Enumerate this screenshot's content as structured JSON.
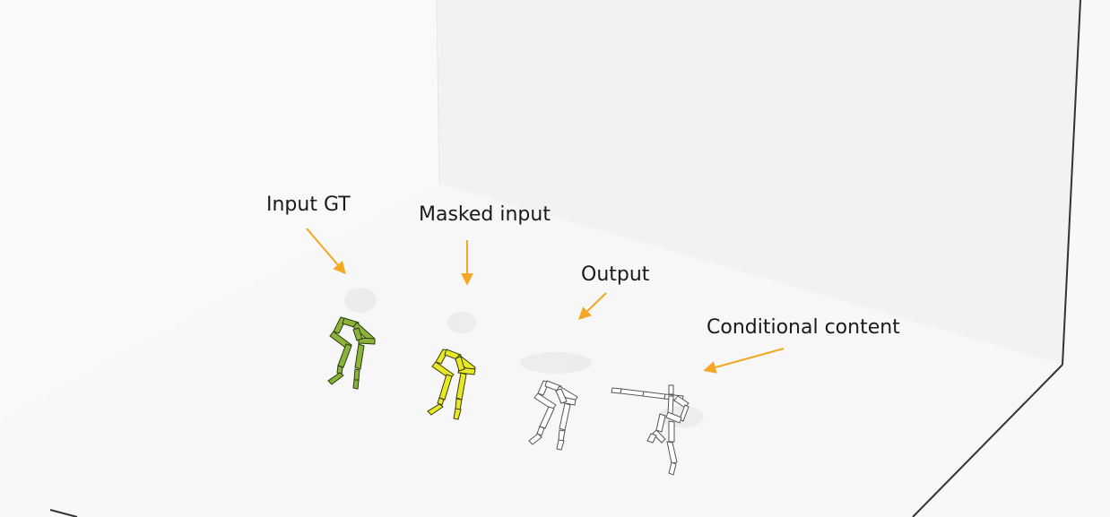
{
  "labels": {
    "input_gt": "Input GT",
    "masked_input": "Masked input",
    "output": "Output",
    "conditional_content": "Conditional content"
  },
  "colors": {
    "input_gt": "#8ab33a",
    "masked_input": "#e8e826",
    "output": "#ffffff",
    "conditional_content": "#ffffff",
    "arrow": "#f5a623",
    "floor": "#f7f7f7",
    "back_wall": "#f2f2f2",
    "left_wall": "#f9f9f9",
    "edge": "#333333"
  }
}
